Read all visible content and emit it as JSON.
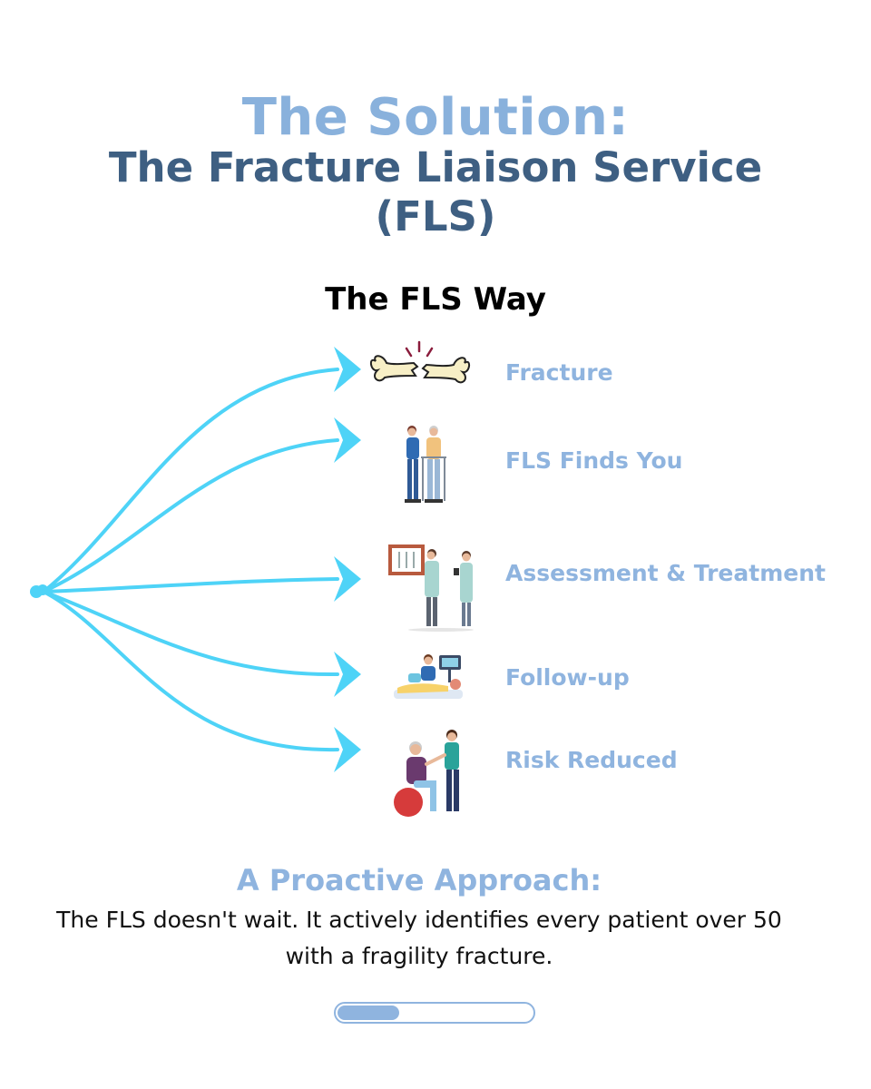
{
  "header": {
    "title_line1": "The Solution:",
    "title_line2": "The Fracture Liaison Service",
    "title_line3": "(FLS)"
  },
  "subtitle": "The FLS Way",
  "steps": [
    {
      "label": "Fracture",
      "icon": "broken-bone-icon"
    },
    {
      "label": "FLS Finds You",
      "icon": "nurse-helping-patient-walker-icon"
    },
    {
      "label": "Assessment & Treatment",
      "icon": "doctors-reviewing-xray-icon"
    },
    {
      "label": "Follow-up",
      "icon": "patient-examination-icon"
    },
    {
      "label": "Risk Reduced",
      "icon": "patient-exercise-ball-icon"
    }
  ],
  "section": {
    "title": "A Proactive Approach:",
    "body_line1": "The FLS doesn't wait. It actively identifies every patient over 50",
    "body_line2": "with a fragility fracture."
  },
  "progress": {
    "value": 0.33
  },
  "colors": {
    "title_light": "#89b1dc",
    "title_dark": "#3e5f82",
    "accent": "#8fb4df",
    "arrow": "#4ed3f7"
  }
}
